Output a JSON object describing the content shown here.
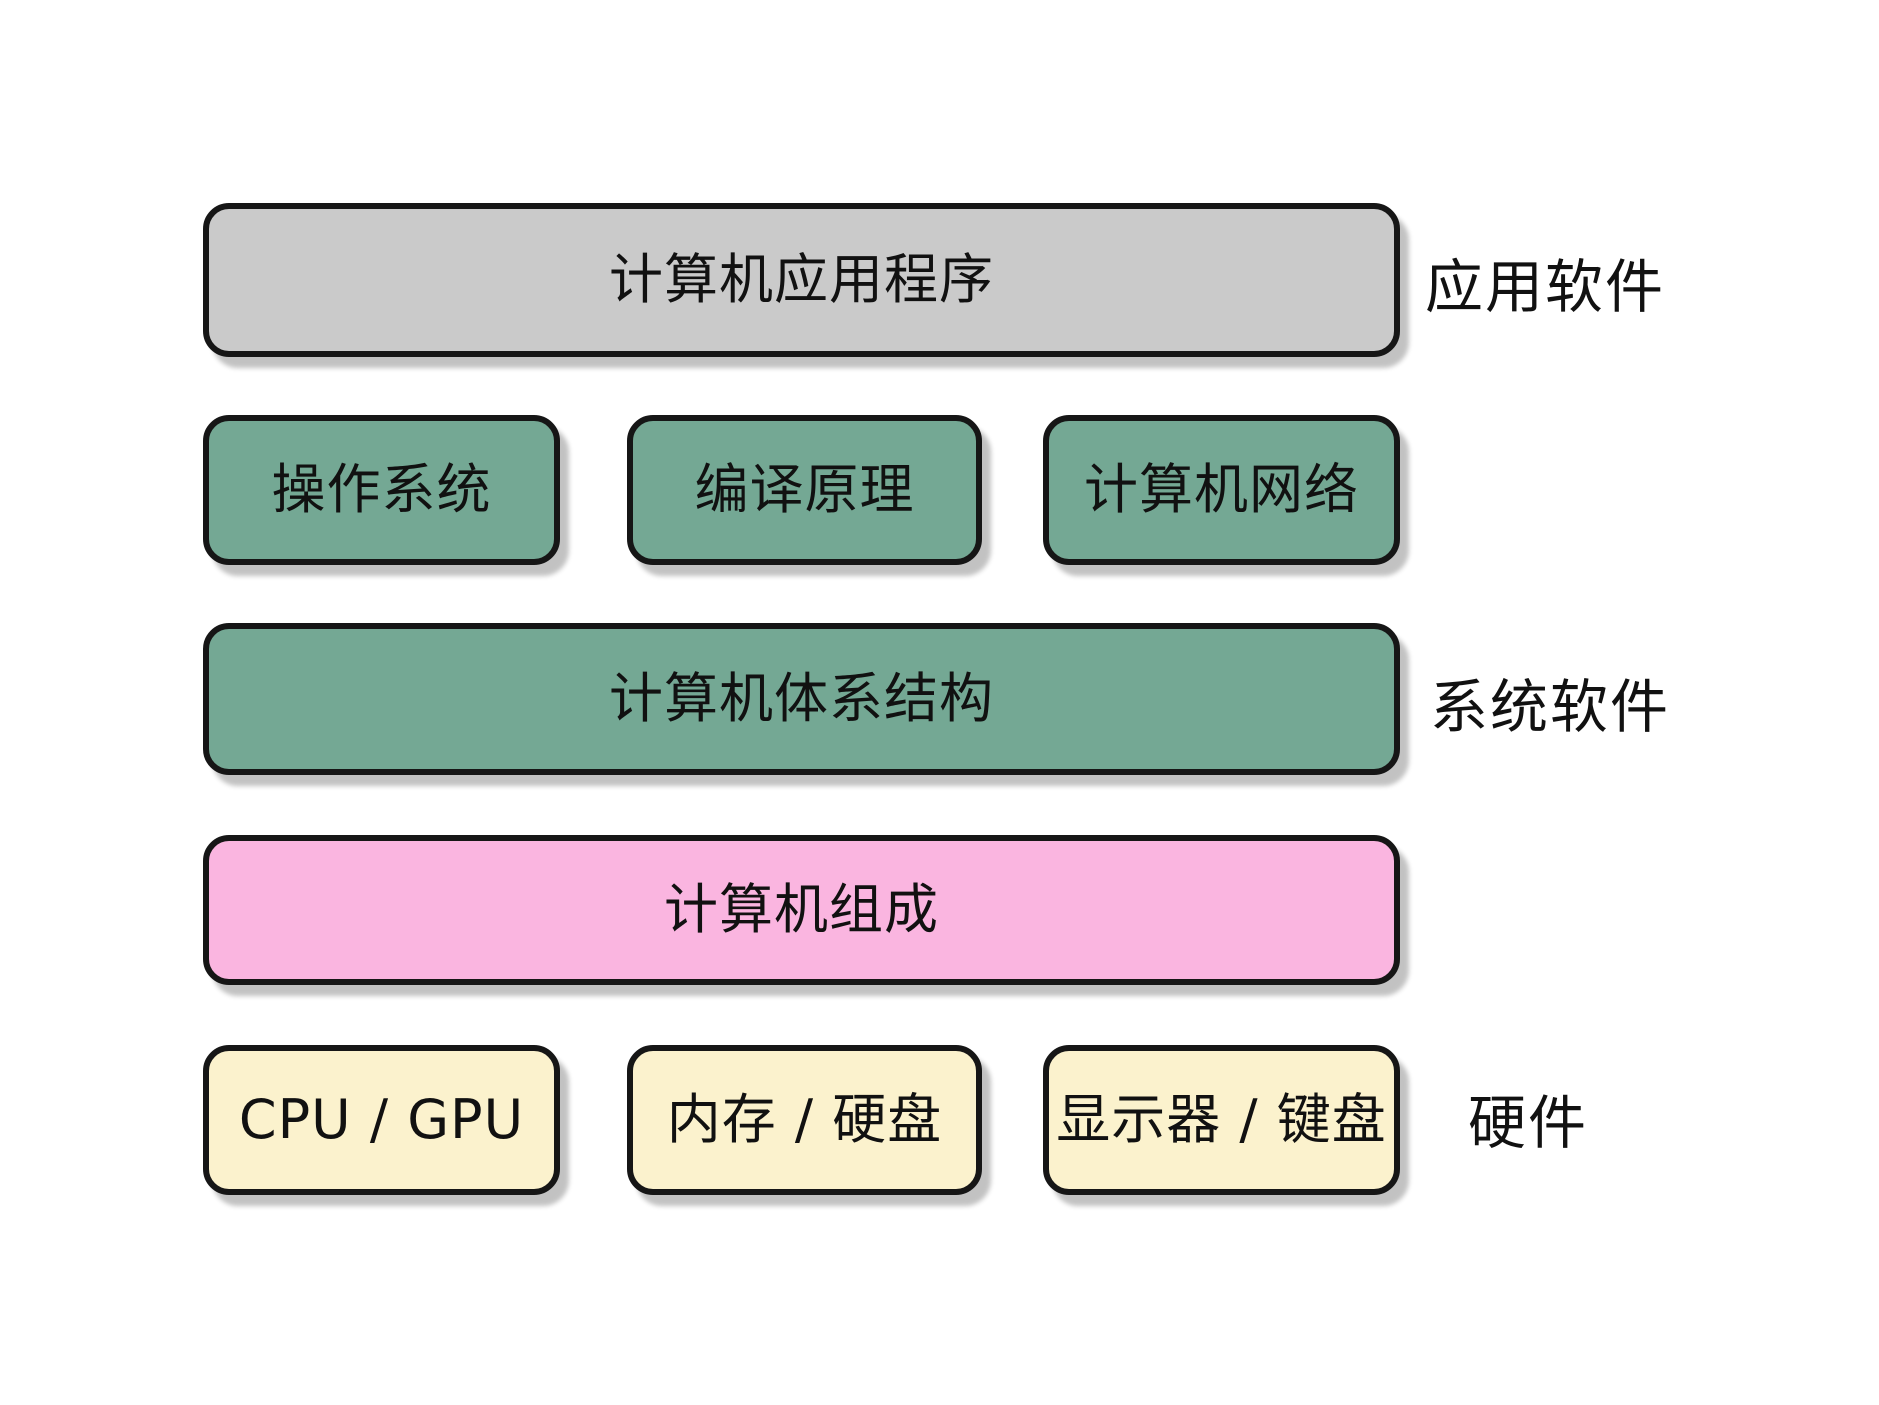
{
  "diagram": {
    "description_colors": {
      "application_box": "#cacaca",
      "system_software_box": "#74a894",
      "organization_box": "#fab5e0",
      "hardware_box": "#fbf2cd",
      "border": "#161616",
      "text": "#111111",
      "background": "#ffffff"
    },
    "rows": [
      {
        "boxes": [
          "计算机应用程序"
        ],
        "side_label": "应用软件"
      },
      {
        "boxes": [
          "操作系统",
          "编译原理",
          "计算机网络"
        ],
        "side_label": ""
      },
      {
        "boxes": [
          "计算机体系结构"
        ],
        "side_label": "系统软件"
      },
      {
        "boxes": [
          "计算机组成"
        ],
        "side_label": ""
      },
      {
        "boxes": [
          "CPU / GPU",
          "内存 / 硬盘",
          "显示器 / 键盘"
        ],
        "side_label": "硬件"
      }
    ]
  }
}
